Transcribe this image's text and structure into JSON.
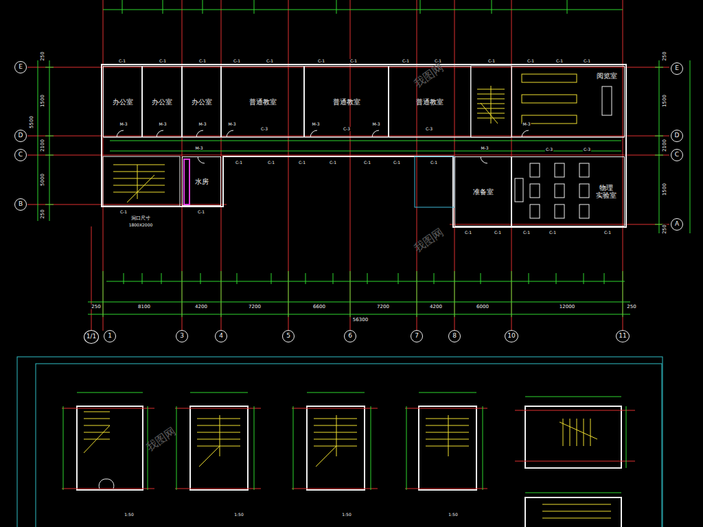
{
  "diagram": {
    "nodes": [
      {
        "text": [
          "办公室"
        ]
      },
      {
        "text": [
          "办公室"
        ]
      },
      {
        "text": [
          "办公室"
        ]
      },
      {
        "text": [
          "普通教室"
        ]
      },
      {
        "text": [
          "普通教室"
        ]
      },
      {
        "text": [
          "普通教室"
        ]
      },
      {
        "text": [
          "阅览室"
        ]
      },
      {
        "text": [
          "水房"
        ]
      },
      {
        "text": [
          "准备室"
        ]
      },
      {
        "text": [
          "物理 实验室"
        ]
      },
      {
        "text": [
          "E"
        ]
      },
      {
        "text": [
          "D"
        ]
      },
      {
        "text": [
          "C"
        ]
      },
      {
        "text": [
          "B"
        ]
      },
      {
        "text": [
          "E"
        ]
      },
      {
        "text": [
          "D"
        ]
      },
      {
        "text": [
          "C"
        ]
      },
      {
        "text": [
          "A"
        ]
      },
      {
        "text": [
          "1/1"
        ]
      },
      {
        "text": [
          "1"
        ]
      },
      {
        "text": [
          "3"
        ]
      },
      {
        "text": [
          "4"
        ]
      },
      {
        "text": [
          "5"
        ]
      },
      {
        "text": [
          "6"
        ]
      },
      {
        "text": [
          "7"
        ]
      },
      {
        "text": [
          "8"
        ]
      },
      {
        "text": [
          "10"
        ]
      },
      {
        "text": [
          "11"
        ]
      }
    ],
    "labels": [
      "250",
      "8100",
      "4200",
      "7200",
      "6600",
      "7200",
      "4200",
      "6000",
      "12000",
      "250",
      "56300",
      "250",
      "1500",
      "5500",
      "2100",
      "5000",
      "250",
      "250",
      "1500",
      "2100",
      "1500",
      "250",
      "C-1",
      "C-1",
      "C-1",
      "C-1",
      "C-1",
      "C-1",
      "C-1",
      "C-1",
      "C-1",
      "C-1",
      "C-1",
      "C-1",
      "C-1",
      "M-3",
      "M-3",
      "M-3",
      "M-3",
      "M-3",
      "M-3",
      "M-3",
      "M-3",
      "M-3",
      "C-1",
      "C-1",
      "C-1",
      "C-1",
      "C-1",
      "C-1",
      "C-1",
      "C-3",
      "C-3",
      "C-3",
      "C-3",
      "C-3",
      "C-1",
      "C-1",
      "C-1",
      "C-1",
      "C-1",
      "C-1",
      "C-1",
      "洞口尺寸",
      "1800X2000",
      "1:50",
      "1:50",
      "1:50",
      "1:50",
      "我图网",
      "我图网",
      "我图网"
    ]
  }
}
